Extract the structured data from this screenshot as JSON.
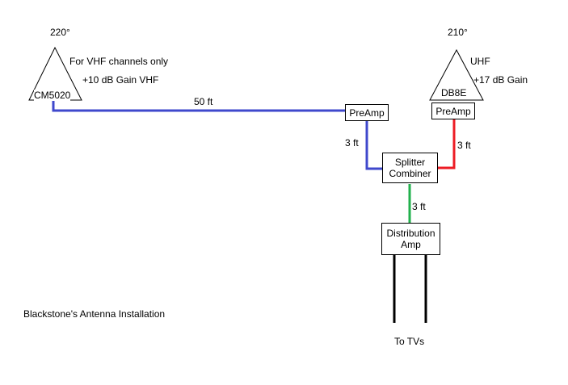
{
  "colors": {
    "vhf_line": "#3f48cc",
    "uhf_line": "#ed1c24",
    "combined_line": "#22b14c",
    "tv_line": "#000000"
  },
  "vhf_antenna": {
    "angle": "220°",
    "model": "CM5020",
    "note_1": "For VHF channels only",
    "note_2": "+10 dB Gain VHF"
  },
  "uhf_antenna": {
    "angle": "210°",
    "model": "DB8E",
    "band": "UHF",
    "gain": "+17 dB Gain"
  },
  "preamp_vhf": {
    "label": "PreAmp"
  },
  "preamp_uhf": {
    "label": "PreAmp"
  },
  "splitter": {
    "line_1": "Splitter",
    "line_2": "Combiner"
  },
  "distribution": {
    "line_1": "Distribution",
    "line_2": "Amp"
  },
  "cables": {
    "vhf_run": "50 ft",
    "vhf_preamp_to_splitter": "3 ft",
    "uhf_preamp_to_splitter": "3 ft",
    "splitter_to_amp": "3 ft"
  },
  "output_label": "To TVs",
  "caption": "Blackstone's Antenna Installation"
}
